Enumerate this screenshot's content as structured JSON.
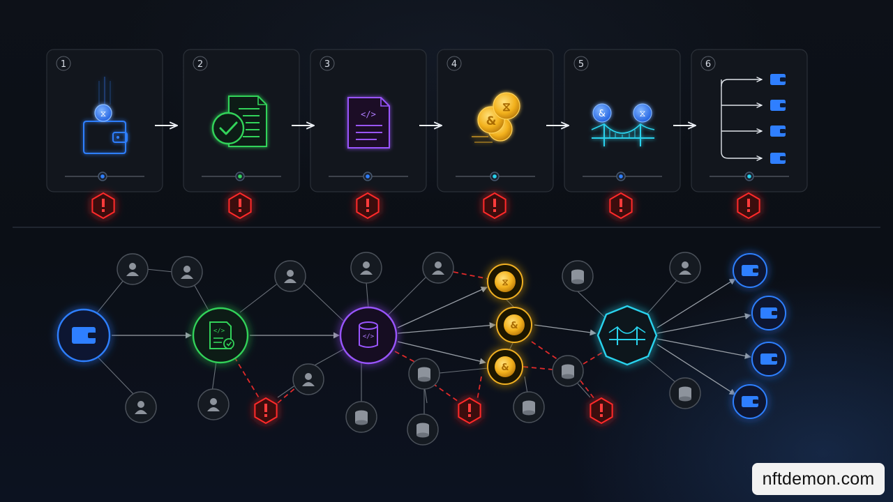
{
  "steps": [
    {
      "number": "1",
      "icon": "wallet-coin-icon"
    },
    {
      "number": "2",
      "icon": "verified-document-icon"
    },
    {
      "number": "3",
      "icon": "smart-contract-icon"
    },
    {
      "number": "4",
      "icon": "token-coins-icon"
    },
    {
      "number": "5",
      "icon": "bridge-icon"
    },
    {
      "number": "6",
      "icon": "distribution-wallets-icon"
    }
  ],
  "watermark": "nftdemon.com",
  "colors": {
    "wallet": "#2f7fff",
    "contract": "#33d35a",
    "code": "#9a55ff",
    "coin": "#f0b021",
    "bridge": "#29d3ee",
    "warning": "#ff2a2a",
    "node": "#8d939c"
  }
}
